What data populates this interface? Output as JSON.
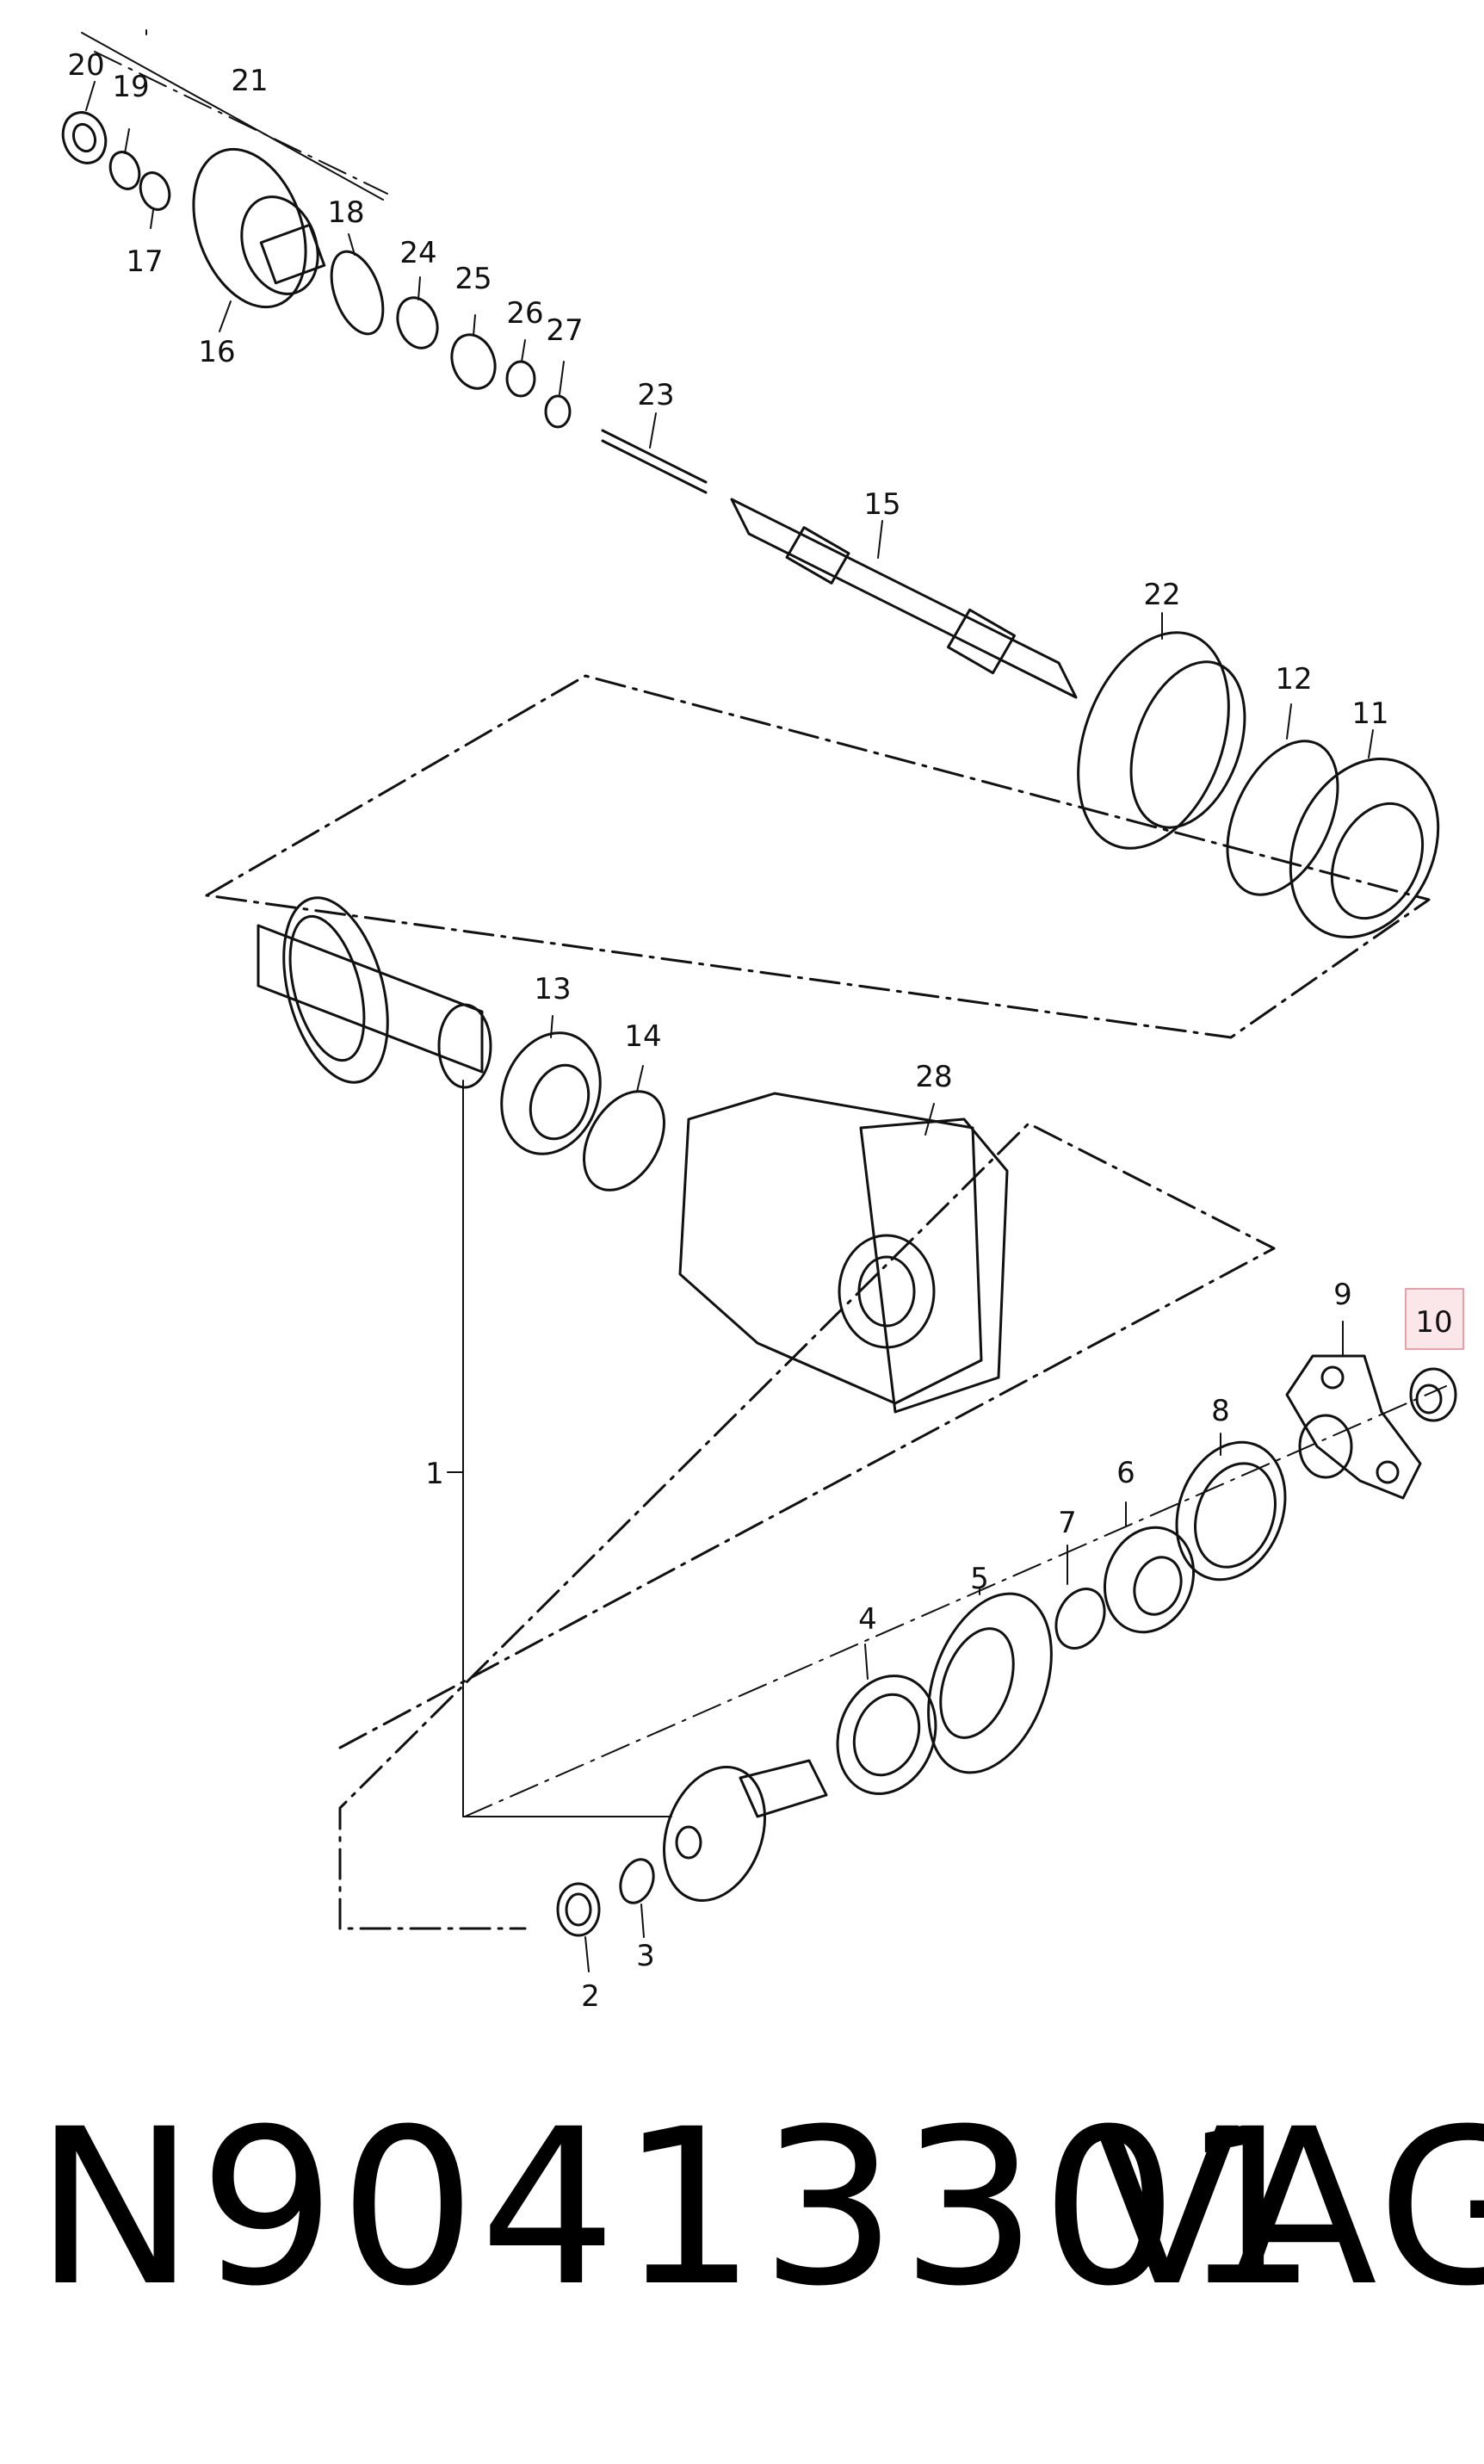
{
  "callouts": [
    {
      "id": "20",
      "label": "20"
    },
    {
      "id": "19",
      "label": "19"
    },
    {
      "id": "21",
      "label": "21"
    },
    {
      "id": "17",
      "label": "17"
    },
    {
      "id": "16",
      "label": "16"
    },
    {
      "id": "18",
      "label": "18"
    },
    {
      "id": "24",
      "label": "24"
    },
    {
      "id": "25",
      "label": "25"
    },
    {
      "id": "26",
      "label": "26"
    },
    {
      "id": "27",
      "label": "27"
    },
    {
      "id": "23",
      "label": "23"
    },
    {
      "id": "15",
      "label": "15"
    },
    {
      "id": "22",
      "label": "22"
    },
    {
      "id": "12",
      "label": "12"
    },
    {
      "id": "11",
      "label": "11"
    },
    {
      "id": "13",
      "label": "13"
    },
    {
      "id": "14",
      "label": "14"
    },
    {
      "id": "28",
      "label": "28"
    },
    {
      "id": "9",
      "label": "9"
    },
    {
      "id": "10",
      "label": "10"
    },
    {
      "id": "8",
      "label": "8"
    },
    {
      "id": "6",
      "label": "6"
    },
    {
      "id": "7",
      "label": "7"
    },
    {
      "id": "5",
      "label": "5"
    },
    {
      "id": "4",
      "label": "4"
    },
    {
      "id": "1",
      "label": "1"
    },
    {
      "id": "3",
      "label": "3"
    },
    {
      "id": "2",
      "label": "2"
    }
  ],
  "highlighted_callout": "10",
  "highlight_color": "#e8a0a8",
  "highlight_fill": "#fbe6ea",
  "footer": {
    "part_number": "N90413301",
    "brand": "VAG"
  }
}
